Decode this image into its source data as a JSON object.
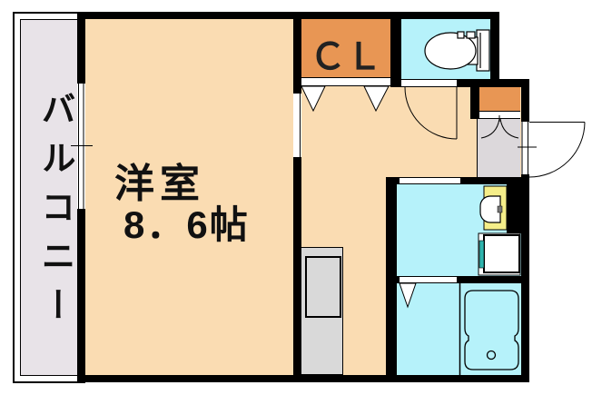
{
  "rooms": {
    "balcony": {
      "label": "バルコニー"
    },
    "western_room": {
      "name": "洋室",
      "size": "8．6帖"
    },
    "closet": {
      "label": "ＣＬ"
    }
  },
  "fixtures": [
    "toilet-icon",
    "washbasin-icon",
    "washing-machine-pan-icon",
    "bathtub-icon",
    "kitchen-unit-icon",
    "door-swing-icon",
    "folding-door-icon",
    "sliding-window-icon"
  ],
  "colors": {
    "room_fill": "#FADCB2",
    "closet_fill": "#E89654",
    "water_fill": "#B6F2FA",
    "balcony_fill": "#E8E3E8",
    "entrance_fill": "#DCD8DB",
    "unit_gray": "#D9D9D9",
    "fixture_yellow": "#F5EE89",
    "faucet_teal": "#2FB4AD",
    "wall": "#000000"
  }
}
